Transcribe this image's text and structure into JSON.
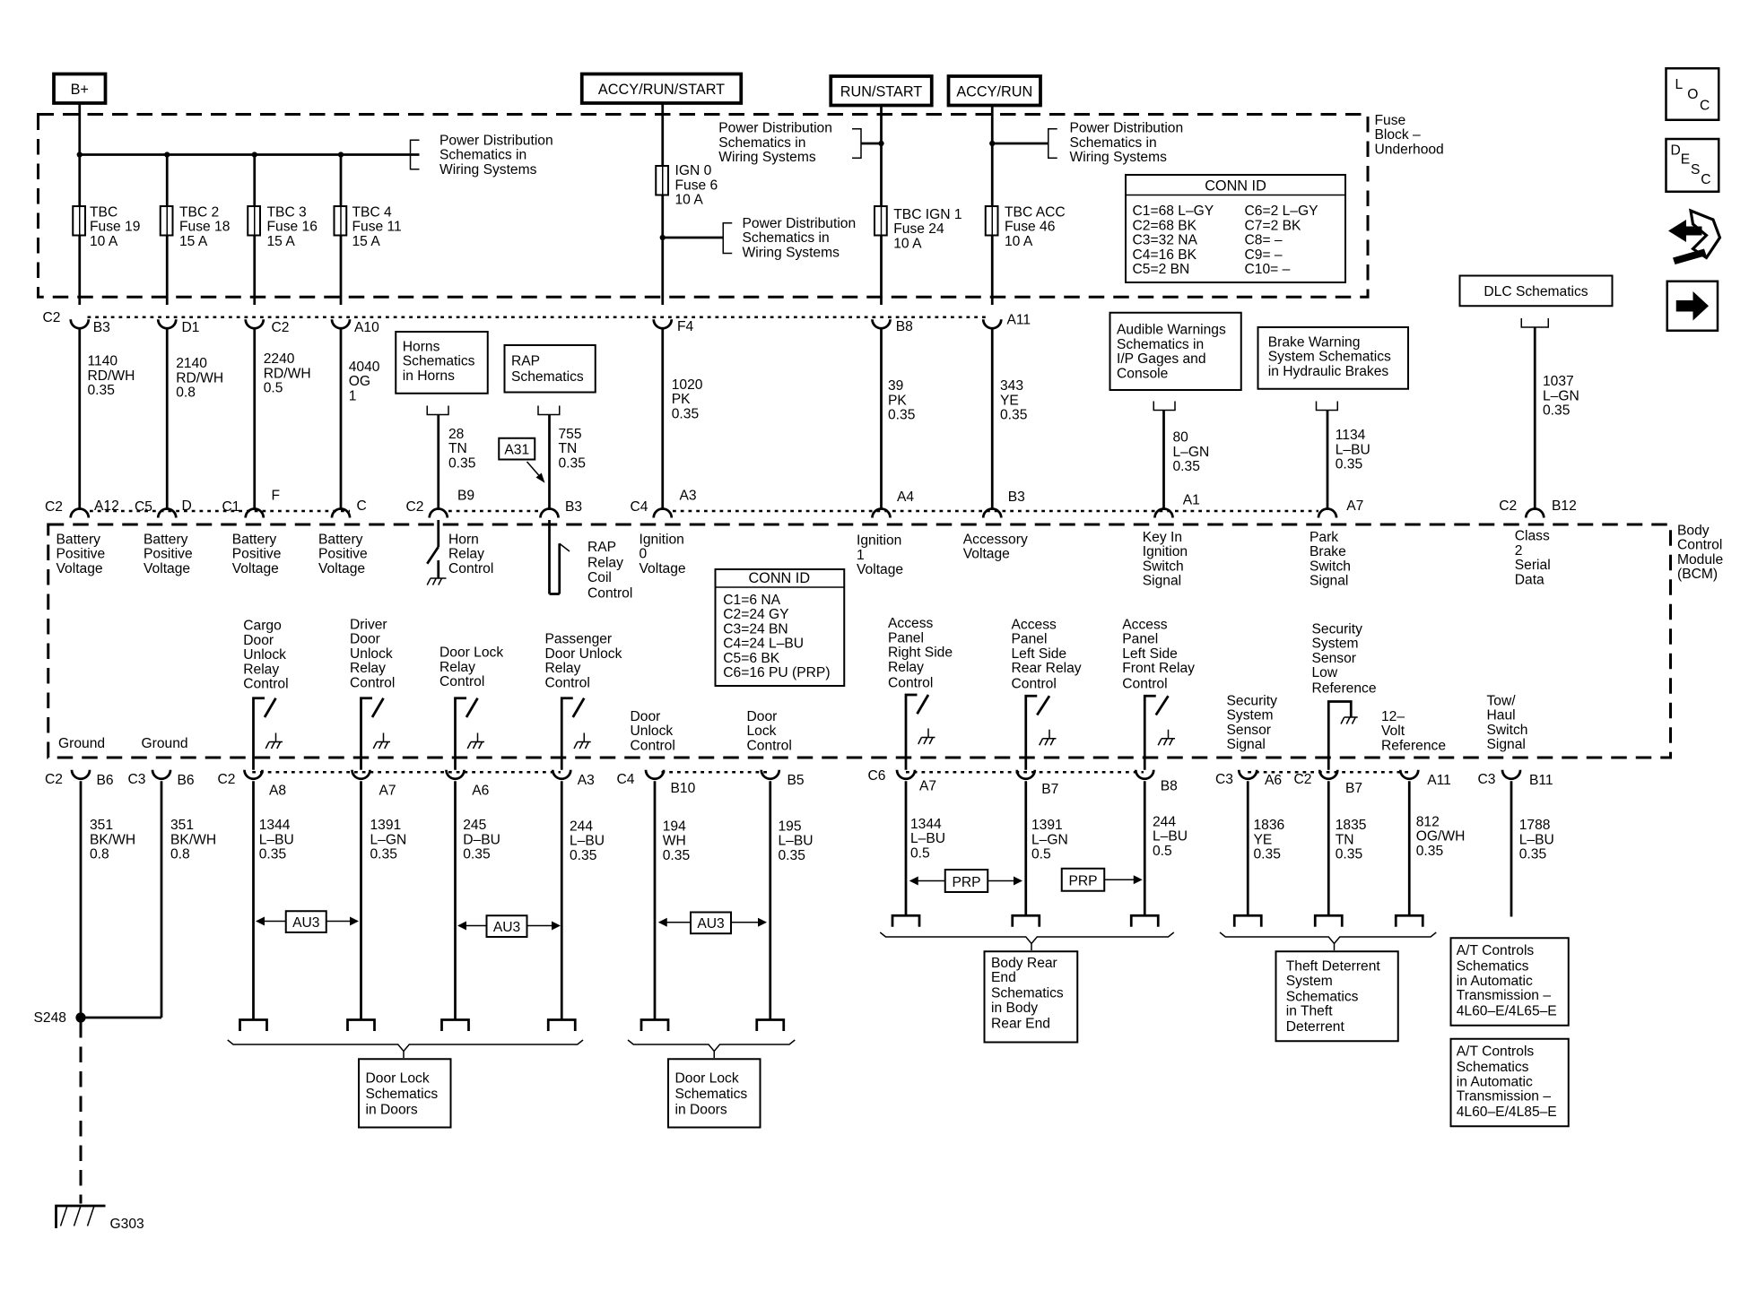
{
  "sources": {
    "bplus": "B+",
    "accy_run_start": "ACCY/RUN/START",
    "run_start": "RUN/START",
    "accy_run": "ACCY/RUN"
  },
  "fuse_block": {
    "label1": "Fuse",
    "label2": "Block –",
    "label3": "Underhood"
  },
  "pds_ref": {
    "l1": "Power Distribution",
    "l2": "Schematics in",
    "l3": "Wiring Systems"
  },
  "fuses": [
    {
      "l1": "TBC",
      "l2": "Fuse 19",
      "l3": "10 A"
    },
    {
      "l1": "TBC 2",
      "l2": "Fuse 18",
      "l3": "15 A"
    },
    {
      "l1": "TBC 3",
      "l2": "Fuse 16",
      "l3": "15 A"
    },
    {
      "l1": "TBC 4",
      "l2": "Fuse 11",
      "l3": "15 A"
    },
    {
      "l1": "IGN 0",
      "l2": "Fuse 6",
      "l3": "10 A"
    },
    {
      "l1": "TBC IGN 1",
      "l2": "Fuse 24",
      "l3": "10 A"
    },
    {
      "l1": "TBC ACC",
      "l2": "Fuse 46",
      "l3": "10 A"
    }
  ],
  "conn_id_top": {
    "title": "CONN ID",
    "left": [
      "C1=68 L–GY",
      "C2=68 BK",
      "C3=32 NA",
      "C4=16 BK",
      "C5=2 BN"
    ],
    "right": [
      "C6=2 L–GY",
      "C7=2 BK",
      "C8= –",
      "C9= –",
      "C10= –"
    ]
  },
  "conn_id_bcm": {
    "title": "CONN ID",
    "rows": [
      "C1=6 NA",
      "C2=24 GY",
      "C3=24 BN",
      "C4=24 L–BU",
      "C5=6 BK",
      "C6=16 PU (PRP)"
    ]
  },
  "bcm": {
    "l1": "Body",
    "l2": "Control",
    "l3": "Module",
    "l4": "(BCM)"
  },
  "top_pins": [
    {
      "conn": "C2",
      "pin": "B3"
    },
    {
      "conn": "",
      "pin": "D1"
    },
    {
      "conn": "",
      "pin": "C2"
    },
    {
      "conn": "",
      "pin": "A10"
    },
    {
      "conn": "",
      "pin": "F4"
    },
    {
      "conn": "",
      "pin": "B8"
    },
    {
      "conn": "",
      "pin": "A11"
    }
  ],
  "top_wires": [
    {
      "c": "1140",
      "col": "RD/WH",
      "g": "0.35"
    },
    {
      "c": "2140",
      "col": "RD/WH",
      "g": "0.8"
    },
    {
      "c": "2240",
      "col": "RD/WH",
      "g": "0.5"
    },
    {
      "c": "4040",
      "col": "OG",
      "g": "1"
    },
    {
      "c": "1020",
      "col": "PK",
      "g": "0.35"
    },
    {
      "c": "39",
      "col": "PK",
      "g": "0.35"
    },
    {
      "c": "343",
      "col": "YE",
      "g": "0.35"
    }
  ],
  "refs": {
    "horns": [
      "Horns",
      "Schematics",
      "in Horns"
    ],
    "rap": [
      "RAP",
      "Schematics"
    ],
    "a31": "A31",
    "audible": [
      "Audible Warnings",
      "Schematics in",
      "I/P Gages and",
      "Console"
    ],
    "brake": [
      "Brake Warning",
      "System Schematics",
      "in Hydraulic Brakes"
    ],
    "dlc": "DLC Schematics"
  },
  "mid_wires": [
    {
      "c": "28",
      "col": "TN",
      "g": "0.35"
    },
    {
      "c": "755",
      "col": "TN",
      "g": "0.35"
    },
    {
      "c": "80",
      "col": "L–GN",
      "g": "0.35"
    },
    {
      "c": "1134",
      "col": "L–BU",
      "g": "0.35"
    },
    {
      "c": "1037",
      "col": "L–GN",
      "g": "0.35"
    }
  ],
  "bcm_top_pins": [
    {
      "conn": "C2",
      "pin": "A12"
    },
    {
      "conn": "C5",
      "pin": "D"
    },
    {
      "conn": "C1",
      "pin": "F"
    },
    {
      "conn": "",
      "pin": "C"
    },
    {
      "conn": "C2",
      "pin": "B9"
    },
    {
      "conn": "",
      "pin": "B3"
    },
    {
      "conn": "C4",
      "pin": "A3"
    },
    {
      "conn": "",
      "pin": "A4"
    },
    {
      "conn": "",
      "pin": "B3"
    },
    {
      "conn": "",
      "pin": "A1"
    },
    {
      "conn": "",
      "pin": "A7"
    },
    {
      "conn": "C2",
      "pin": "B12"
    }
  ],
  "bcm_top_labels": [
    [
      "Battery",
      "Positive",
      "Voltage"
    ],
    [
      "Battery",
      "Positive",
      "Voltage"
    ],
    [
      "Battery",
      "Positive",
      "Voltage"
    ],
    [
      "Battery",
      "Positive",
      "Voltage"
    ],
    [
      "Horn",
      "Relay",
      "Control"
    ],
    [
      "RAP",
      "Relay",
      "Coil",
      "Control"
    ],
    [
      "Ignition",
      "0",
      "Voltage"
    ],
    [
      "Ignition",
      "1",
      "Voltage"
    ],
    [
      "Accessory",
      "Voltage"
    ],
    [
      "Key In",
      "Ignition",
      "Switch",
      "Signal"
    ],
    [
      "Park",
      "Brake",
      "Switch",
      "Signal"
    ],
    [
      "Class",
      "2",
      "Serial",
      "Data"
    ]
  ],
  "bcm_bottom_labels": [
    [
      "Ground"
    ],
    [
      "Ground"
    ],
    [
      "Cargo",
      "Door",
      "Unlock",
      "Relay",
      "Control"
    ],
    [
      "Driver",
      "Door",
      "Unlock",
      "Relay",
      "Control"
    ],
    [
      "Door Lock",
      "Relay",
      "Control"
    ],
    [
      "Passenger",
      "Door Unlock",
      "Relay",
      "Control"
    ],
    [
      "Door",
      "Unlock",
      "Control"
    ],
    [
      "Door",
      "Lock",
      "Control"
    ],
    [
      "Access",
      "Panel",
      "Right Side",
      "Relay",
      "Control"
    ],
    [
      "Access",
      "Panel",
      "Left Side",
      "Rear Relay",
      "Control"
    ],
    [
      "Access",
      "Panel",
      "Left Side",
      "Front Relay",
      "Control"
    ],
    [
      "Security",
      "System",
      "Sensor",
      "Signal"
    ],
    [
      "Security",
      "System",
      "Sensor",
      "Low",
      "Reference"
    ],
    [
      "12–",
      "Volt",
      "Reference"
    ],
    [
      "Tow/",
      "Haul",
      "Switch",
      "Signal"
    ]
  ],
  "bottom_pins": [
    {
      "conn": "C2",
      "pin": "B6"
    },
    {
      "conn": "C3",
      "pin": "B6"
    },
    {
      "conn": "C2",
      "pin": "A8"
    },
    {
      "conn": "",
      "pin": "A7"
    },
    {
      "conn": "",
      "pin": "A6"
    },
    {
      "conn": "",
      "pin": "A3"
    },
    {
      "conn": "C4",
      "pin": "B10"
    },
    {
      "conn": "",
      "pin": "B5"
    },
    {
      "conn": "C6",
      "pin": "A7"
    },
    {
      "conn": "",
      "pin": "B7"
    },
    {
      "conn": "",
      "pin": "B8"
    },
    {
      "conn": "C3",
      "pin": "A6"
    },
    {
      "conn": "C2",
      "pin": "B7"
    },
    {
      "conn": "",
      "pin": "A11"
    },
    {
      "conn": "C3",
      "pin": "B11"
    }
  ],
  "bottom_wires": [
    {
      "c": "351",
      "col": "BK/WH",
      "g": "0.8"
    },
    {
      "c": "351",
      "col": "BK/WH",
      "g": "0.8"
    },
    {
      "c": "1344",
      "col": "L–BU",
      "g": "0.35"
    },
    {
      "c": "1391",
      "col": "L–GN",
      "g": "0.35"
    },
    {
      "c": "245",
      "col": "D–BU",
      "g": "0.35"
    },
    {
      "c": "244",
      "col": "L–BU",
      "g": "0.35"
    },
    {
      "c": "194",
      "col": "WH",
      "g": "0.35"
    },
    {
      "c": "195",
      "col": "L–BU",
      "g": "0.35"
    },
    {
      "c": "1344",
      "col": "L–BU",
      "g": "0.5"
    },
    {
      "c": "1391",
      "col": "L–GN",
      "g": "0.5"
    },
    {
      "c": "244",
      "col": "L–BU",
      "g": "0.5"
    },
    {
      "c": "1836",
      "col": "YE",
      "g": "0.35"
    },
    {
      "c": "1835",
      "col": "TN",
      "g": "0.35"
    },
    {
      "c": "812",
      "col": "OG/WH",
      "g": "0.35"
    },
    {
      "c": "1788",
      "col": "L–BU",
      "g": "0.35"
    }
  ],
  "options": {
    "au3": "AU3",
    "prp": "PRP"
  },
  "splice": "S248",
  "ground": "G303",
  "bottom_refs": {
    "doorlock1": [
      "Door Lock",
      "Schematics",
      "in Doors"
    ],
    "doorlock2": [
      "Door Lock",
      "Schematics",
      "in Doors"
    ],
    "bodyrear": [
      "Body Rear",
      "End",
      "Schematics",
      "in Body",
      "Rear End"
    ],
    "theft": [
      "Theft Deterrent",
      "System",
      "Schematics",
      "in Theft",
      "Deterrent"
    ],
    "at1": [
      "A/T Controls",
      "Schematics",
      "in Automatic",
      "Transmission –",
      "4L60–E/4L65–E"
    ],
    "at2": [
      "A/T Controls",
      "Schematics",
      "in Automatic",
      "Transmission –",
      "4L60–E/4L85–E"
    ]
  },
  "side_icons": {
    "loc": "LOC",
    "desc": "DESC",
    "loc_l": "L",
    "loc_o": "O",
    "loc_c": "C",
    "desc_d": "D",
    "desc_e": "E",
    "desc_s": "S",
    "desc_c": "C"
  }
}
